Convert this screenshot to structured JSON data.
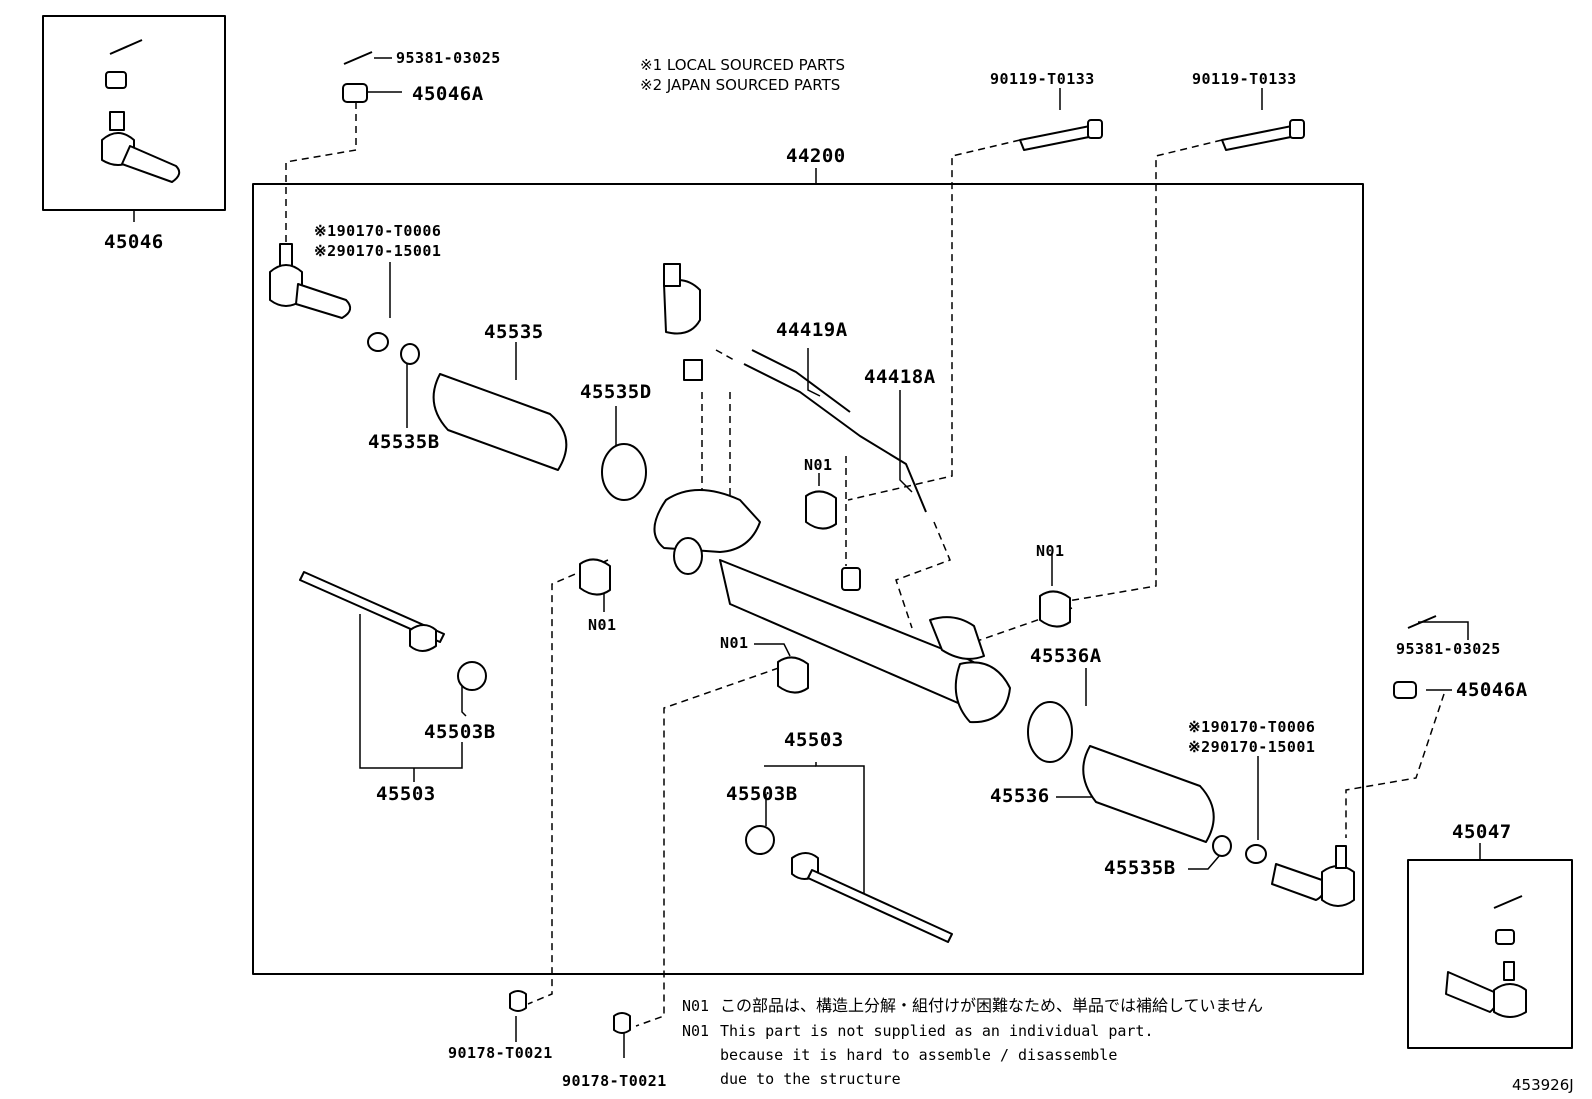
{
  "notes": {
    "local": "※1 LOCAL SOURCED PARTS",
    "japan": "※2 JAPAN SOURCED PARTS"
  },
  "labels": {
    "assembly": "44200",
    "tie_end_left_box": "45046",
    "tie_end_right_box": "45047",
    "cotter_pin_top": "95381-03025",
    "nut_top": "45046A",
    "bolt_1": "90119-T0133",
    "bolt_2": "90119-T0133",
    "clip_left_1": "※190170-T0006",
    "clip_left_2": "※290170-15001",
    "boot_left": "45535",
    "clamp_left": "45535B",
    "band_left": "45535D",
    "tube_a": "44419A",
    "tube_b": "44418A",
    "n01_top": "N01",
    "n01_left": "N01",
    "n01_mid": "N01",
    "n01_right": "N01",
    "rod_left_washer": "45503B",
    "rod_left": "45503",
    "rod_right": "45503",
    "rod_right_washer": "45503B",
    "band_right": "45536A",
    "boot_right": "45536",
    "clip_right_1": "※190170-T0006",
    "clip_right_2": "※290170-15001",
    "clamp_right": "45535B",
    "cotter_pin_right": "95381-03025",
    "nut_right": "45046A",
    "bracket_bolt_1": "90178-T0021",
    "bracket_bolt_2": "90178-T0021"
  },
  "footnote": {
    "jp_code": "N01",
    "jp_text": "この部品は、構造上分解・組付けが困難なため、単品では補給していません",
    "en_code": "N01",
    "en_line1": "This part is not supplied as an individual part.",
    "en_line2": "because it is hard to assemble / disassemble",
    "en_line3": "due to the structure"
  },
  "diagram_code": "453926J",
  "colors": {
    "ink": "#000000",
    "paper": "#ffffff"
  }
}
